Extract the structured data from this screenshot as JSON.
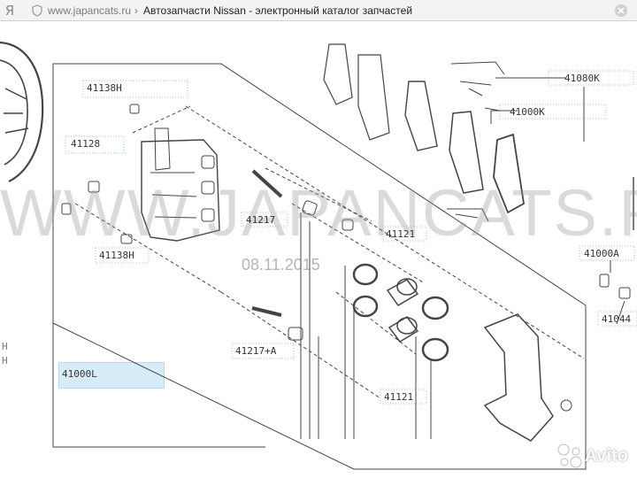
{
  "browser": {
    "app_glyph": "Я",
    "url": "www.japancats.ru",
    "separator": "›",
    "page_title": "Автозапчасти Nissan - электронный каталог запчастей"
  },
  "diagram": {
    "watermark": "WWW.JAPANCATS.RU",
    "date": "08.11.2015",
    "callouts": {
      "c41138h_top": "41138H",
      "c41128": "41128",
      "c41138h_bottom": "41138H",
      "c41217": "41217",
      "c41217a": "41217+A",
      "c41121_top": "41121",
      "c41121_bottom": "41121",
      "c41080k": "41080K",
      "c41000k": "41000K",
      "c41000a": "41000A",
      "c41044": "41044",
      "c41000l": "41000L",
      "left_h1": "H",
      "left_h2": "H"
    }
  },
  "badge": {
    "text": "Avito"
  },
  "colors": {
    "line": "#444444",
    "highlight": "#d6ecf8"
  }
}
